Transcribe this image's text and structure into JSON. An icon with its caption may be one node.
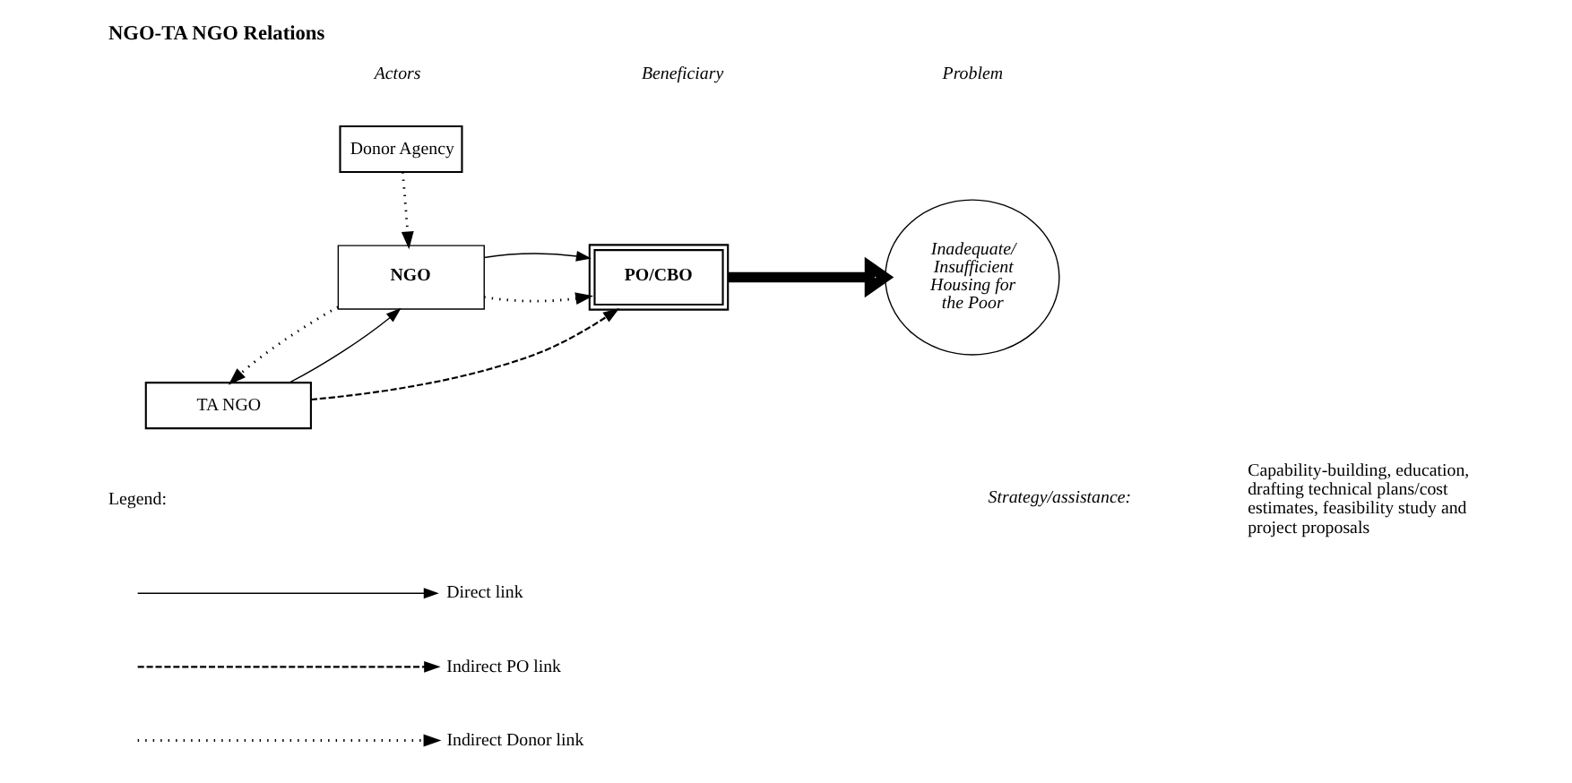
{
  "diagram": {
    "title": "NGO-TA NGO Relations",
    "nodes": [
      {
        "text": [
          "Donor Agency"
        ]
      },
      {
        "text": [
          "NGO"
        ]
      },
      {
        "text": [
          "TA NGO"
        ]
      },
      {
        "text": [
          "PO/CBO"
        ]
      },
      {
        "text": [
          "Inadequate/ Insufficient Housing for the Poor"
        ]
      }
    ],
    "edges": [
      {
        "from": 0,
        "to": 1,
        "arrow": "to",
        "style": "dashed"
      },
      {
        "from": 1,
        "to": 3,
        "arrow": "to",
        "style": "dashed"
      },
      {
        "from": 1,
        "to": 3,
        "arrow": "to"
      },
      {
        "from": 2,
        "to": 3,
        "arrow": "to",
        "style": "dashed"
      },
      {
        "from": 1,
        "to": 2,
        "arrow": "to",
        "style": "dashed"
      },
      {
        "from": 2,
        "to": 1,
        "arrow": "to"
      },
      {
        "from": 3,
        "to": 4,
        "arrow": "to",
        "style": "thick"
      }
    ],
    "labels": [
      "Actors",
      "Beneficiary",
      "Problem",
      "Strategy/assistance:",
      "Capability-building, education, drafting technical plans/cost estimates, feasibility study and project proposals",
      "Legend:"
    ],
    "legend": [
      {
        "text": "Direct link"
      },
      {
        "text": "Indirect PO link"
      },
      {
        "text": "Indirect Donor link"
      }
    ]
  }
}
